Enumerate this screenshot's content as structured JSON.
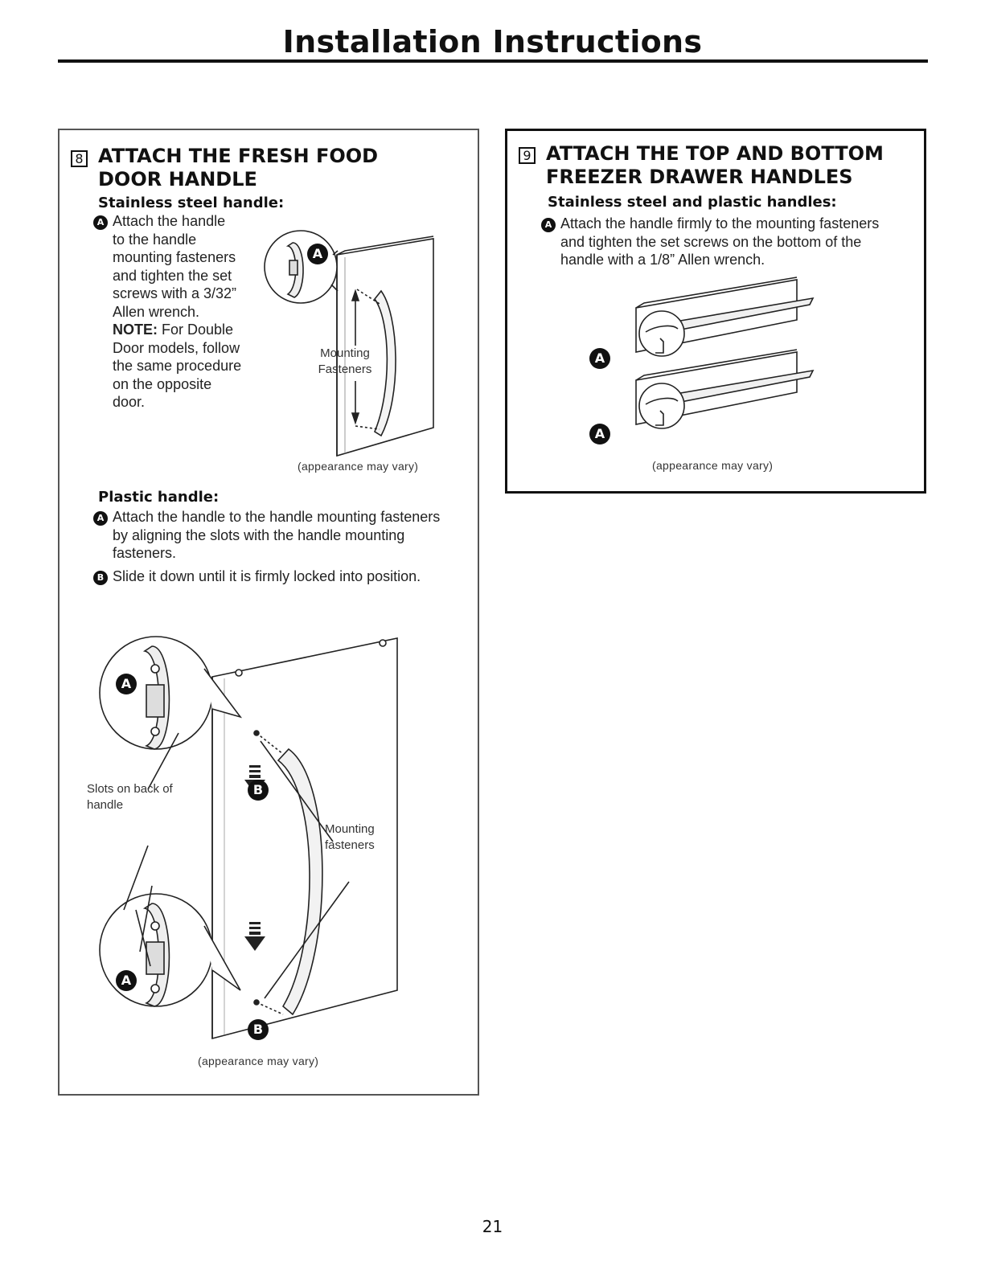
{
  "page": {
    "title": "Installation Instructions",
    "page_number": "21"
  },
  "step8": {
    "number": "8",
    "heading_line1": "ATTACH THE FRESH FOOD",
    "heading_line2": "DOOR HANDLE",
    "stainless": {
      "subhead": "Stainless steel handle:",
      "badge": "A",
      "lines": [
        "Attach the handle",
        "to the handle",
        "mounting fasteners",
        "and tighten the set",
        "screws with a 3/32”",
        "Allen wrench."
      ],
      "note_label": "NOTE:",
      "note_lines": [
        "For Double",
        "Door models, follow",
        "the same procedure",
        "on the opposite",
        "door."
      ],
      "figure": {
        "badge": "A",
        "label_line1": "Mounting",
        "label_line2": "Fasteners",
        "caption": "(appearance may vary)"
      }
    },
    "plastic": {
      "subhead": "Plastic handle:",
      "step_a_badge": "A",
      "step_a_lines": [
        "Attach the handle to the handle mounting fasteners",
        "by aligning the slots with the handle mounting",
        "fasteners."
      ],
      "step_b_badge": "B",
      "step_b_text": "Slide it down until it is firmly locked into position.",
      "figure": {
        "badge_a_top": "A",
        "badge_a_bottom": "A",
        "badge_b_mid": "B",
        "badge_b_bottom": "B",
        "slots_label_line1": "Slots on back of",
        "slots_label_line2": "handle",
        "mounting_label_line1": "Mounting",
        "mounting_label_line2": "fasteners",
        "caption": "(appearance may vary)"
      }
    }
  },
  "step9": {
    "number": "9",
    "heading_line1": "ATTACH THE TOP AND BOTTOM",
    "heading_line2": "FREEZER DRAWER HANDLES",
    "subhead": "Stainless steel and plastic handles:",
    "badge": "A",
    "lines": [
      "Attach the handle firmly to the mounting fasteners",
      "and tighten the set screws on the bottom of the",
      "handle with a 1/8” Allen wrench."
    ],
    "figure": {
      "badge_top": "A",
      "badge_bottom": "A",
      "caption": "(appearance may vary)"
    }
  }
}
